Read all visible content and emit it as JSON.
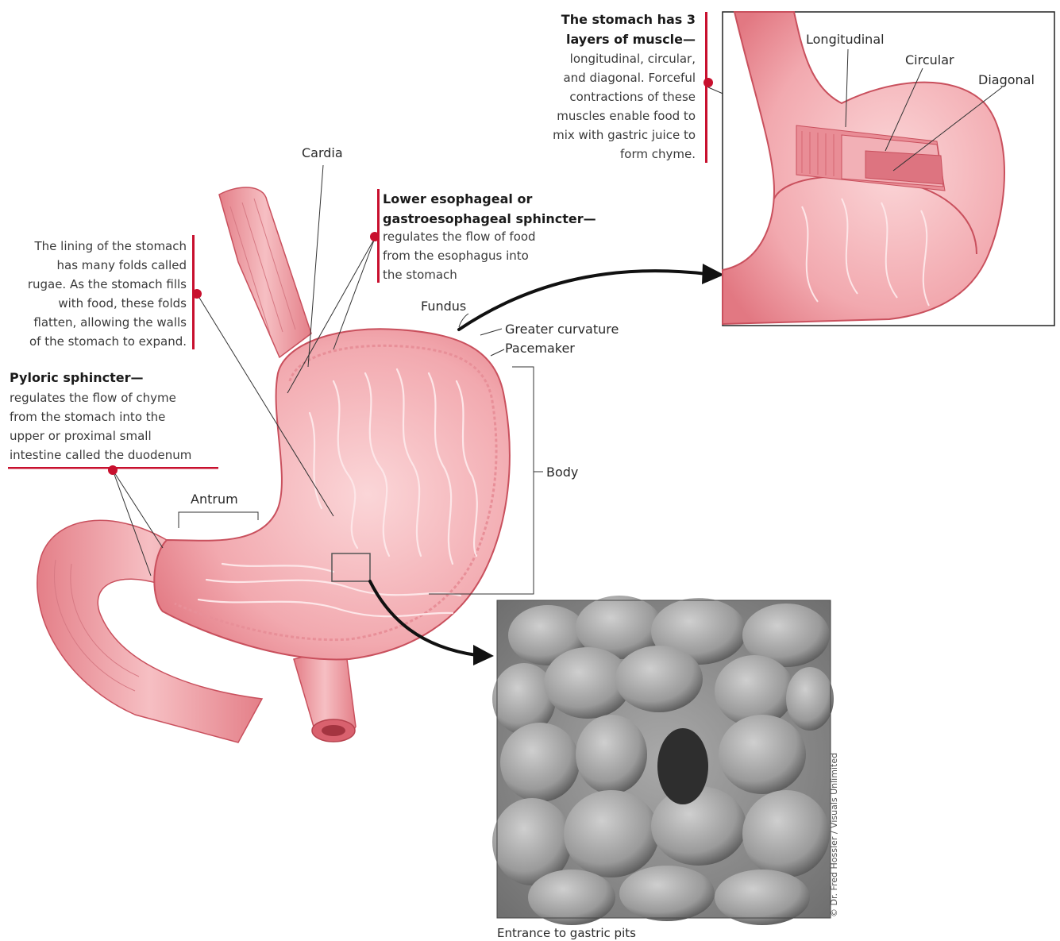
{
  "annotations": {
    "muscle_layers": {
      "title_line1": "The stomach has 3",
      "title_line2": "layers of muscle—",
      "body": [
        "longitudinal, circular,",
        "and diagonal. Forceful",
        "contractions of these",
        "muscles enable food to",
        "mix with gastric juice to",
        "form chyme."
      ]
    },
    "rugae": {
      "body": [
        "The lining of the stomach",
        "has many folds called",
        "rugae. As the stomach fills",
        "with food, these folds",
        "flatten, allowing the walls",
        "of the stomach to expand."
      ]
    },
    "les": {
      "title_line1": "Lower esophageal or",
      "title_line2": "gastroesophageal sphincter—",
      "body": [
        "regulates the flow of food",
        "from the esophagus into",
        "the stomach"
      ]
    },
    "pyloric": {
      "title": "Pyloric sphincter—",
      "body": [
        "regulates the flow of chyme",
        "from the stomach into the",
        "upper or proximal small",
        "intestine called the duodenum"
      ]
    }
  },
  "labels": {
    "cardia": "Cardia",
    "fundus": "Fundus",
    "greater_curvature": "Greater curvature",
    "pacemaker": "Pacemaker",
    "body": "Body",
    "antrum": "Antrum",
    "longitudinal": "Longitudinal",
    "circular": "Circular",
    "diagonal": "Diagonal"
  },
  "photo": {
    "caption": "Entrance to gastric pits",
    "credit": "© Dr. Fred Hossler / Visuals Unlimited"
  },
  "colors": {
    "tissue": "#f1a7ad",
    "tissue_dark": "#d9616e",
    "tissue_light": "#fbd3d6",
    "accent_red": "#c8102e",
    "photo_gray": "#8a8a8a"
  }
}
